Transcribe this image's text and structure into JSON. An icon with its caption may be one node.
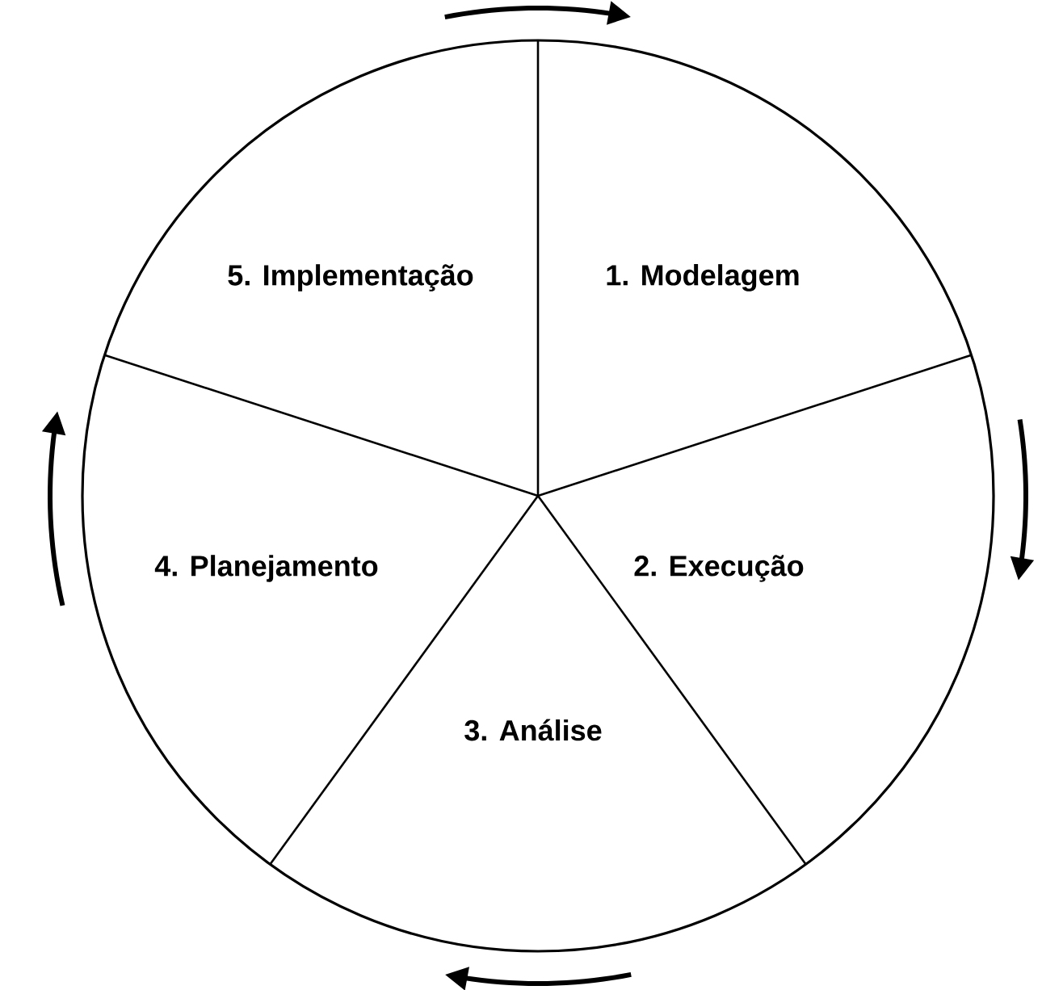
{
  "diagram": {
    "nodes": [
      {
        "text": [
          "1. Modelagem"
        ]
      },
      {
        "text": [
          "2. Execução"
        ]
      },
      {
        "text": [
          "3. Análise"
        ]
      },
      {
        "text": [
          "4. Planejamento"
        ]
      },
      {
        "text": [
          "5. Implementação"
        ]
      }
    ]
  }
}
